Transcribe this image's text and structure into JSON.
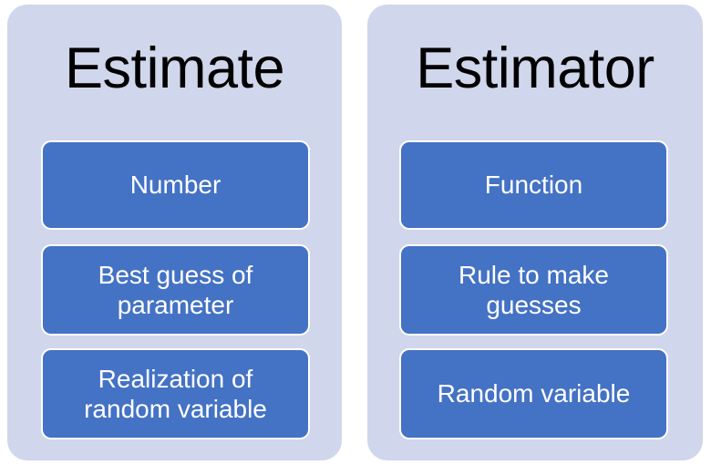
{
  "diagram": {
    "title_left": "Estimate",
    "title_right": "Estimator",
    "background_color": "#ffffff",
    "panel_color": "#d0d6eb",
    "box_color": "#4472c4",
    "box_border_color": "#ffffff",
    "title_text_color": "#000000",
    "box_text_color": "#ffffff",
    "panels": [
      {
        "title": "Estimate",
        "boxes": [
          {
            "label": "Number"
          },
          {
            "label": "Best guess of\nparameter"
          },
          {
            "label": "Realization of\nrandom variable"
          }
        ]
      },
      {
        "title": "Estimator",
        "boxes": [
          {
            "label": "Function"
          },
          {
            "label": "Rule to make\nguesses"
          },
          {
            "label": "Random variable"
          }
        ]
      }
    ]
  }
}
